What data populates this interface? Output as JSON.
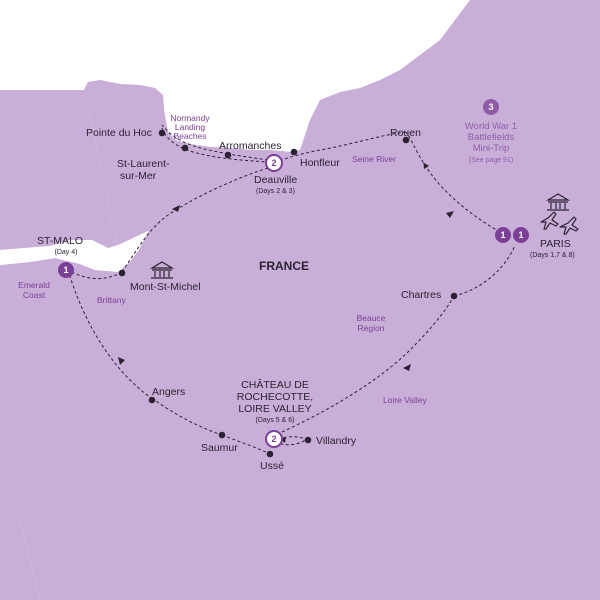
{
  "map": {
    "country_label": "FRANCE",
    "colors": {
      "land": "#c9afd8",
      "sea": "#ffffff",
      "route": "#2b2233",
      "accent": "#7b3f98",
      "text": "#2b2233"
    },
    "icons": [
      "bank-icon",
      "plane-icon"
    ],
    "places": {
      "st_malo": {
        "name": "ST-MALO",
        "note": "(Day 4)",
        "badge": "1"
      },
      "mont_st_michel": {
        "name": "Mont-St-Michel"
      },
      "pointe_du_hoc": {
        "name": "Pointe du Hoc"
      },
      "arromanches": {
        "name": "Arromanches"
      },
      "st_laurent_1": "St-Laurent-",
      "st_laurent_2": "sur-Mer",
      "deauville": {
        "name": "Deauville",
        "note": "(Days 2 & 3)",
        "badge": "2"
      },
      "honfleur": {
        "name": "Honfleur"
      },
      "rouen": {
        "name": "Rouen"
      },
      "paris": {
        "name": "PARIS",
        "note": "(Days 1,7 & 8)",
        "badge_a": "1",
        "badge_b": "1"
      },
      "chartres": {
        "name": "Chartres"
      },
      "angers": {
        "name": "Angers"
      },
      "saumur": {
        "name": "Saumur"
      },
      "usse": {
        "name": "Ussé"
      },
      "villandry": {
        "name": "Villandry"
      },
      "chateau": {
        "line1": "CHÂTEAU DE",
        "line2": "ROCHECOTTE,",
        "line3": "LOIRE VALLEY",
        "note": "(Days 5 & 6)",
        "badge": "2"
      }
    },
    "regions": {
      "normandy_1": "Normandy",
      "normandy_2": "Landing",
      "normandy_3": "Beaches",
      "seine": "Seine River",
      "emerald_1": "Emerald",
      "emerald_2": "Coast",
      "brittany": "Brittany",
      "beauce_1": "Beauce",
      "beauce_2": "Region",
      "loire": "Loire Valley"
    },
    "optional_trip": {
      "badge": "3",
      "line1": "World War 1",
      "line2": "Battlefields",
      "line3": "Mini-Trip",
      "note": "(See page 91)"
    }
  }
}
